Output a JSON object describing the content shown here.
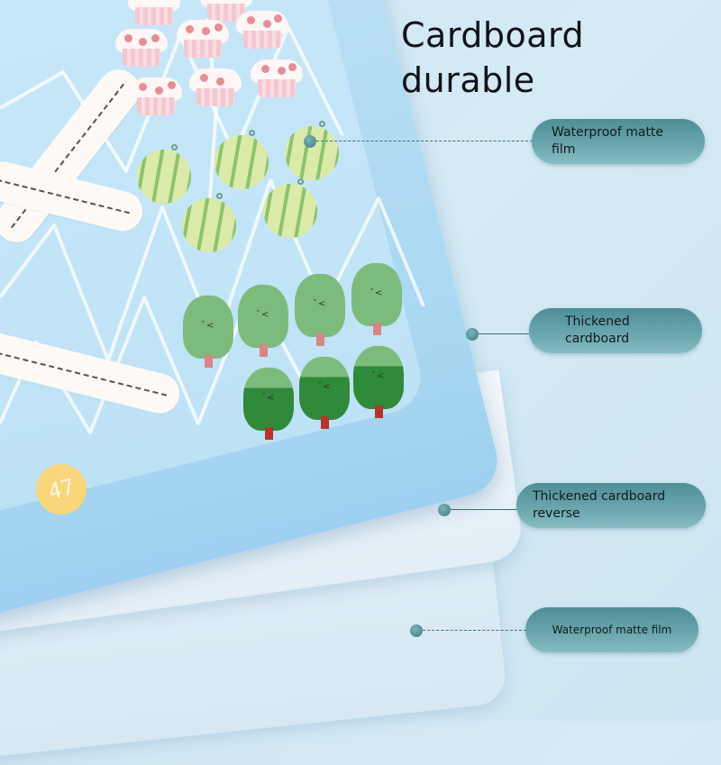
{
  "headline": {
    "line1": "Cardboard",
    "line2": "durable"
  },
  "board": {
    "page_number": "47",
    "colors": {
      "board_blue": "#a8d6f1",
      "page_badge": "#f9d67a",
      "callout_teal": "#5c9aa1",
      "background": "#d4eaf5"
    }
  },
  "callouts": [
    {
      "label_line1": "Waterproof matte",
      "label_line2": "film",
      "leader_style": "dashed"
    },
    {
      "label_line1": "Thickened",
      "label_line2": "cardboard",
      "leader_style": "solid"
    },
    {
      "label_line1": "Thickened cardboard",
      "label_line2": "reverse",
      "leader_style": "solid"
    },
    {
      "label_line1": "Waterproof matte film",
      "label_line2": "",
      "leader_style": "dashed"
    }
  ],
  "illustrations": {
    "cakes": 8,
    "watermelons": 5,
    "trees_light": 4,
    "trees_dark": 3,
    "tree_face": "˘<"
  }
}
